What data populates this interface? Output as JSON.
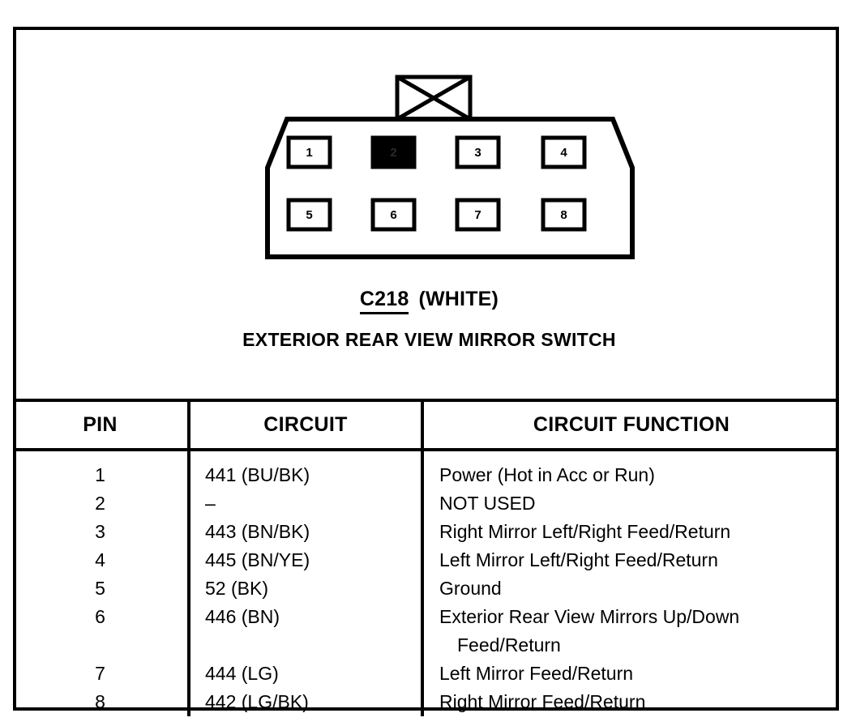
{
  "connector": {
    "id": "C218",
    "color": "(WHITE)",
    "component_name": "EXTERIOR REAR VIEW MIRROR SWITCH",
    "keyway_icon": "crossed-box-keyway",
    "pin_cavities": [
      {
        "number": "1",
        "filled": false
      },
      {
        "number": "2",
        "filled": true
      },
      {
        "number": "3",
        "filled": false
      },
      {
        "number": "4",
        "filled": false
      },
      {
        "number": "5",
        "filled": false
      },
      {
        "number": "6",
        "filled": false
      },
      {
        "number": "7",
        "filled": false
      },
      {
        "number": "8",
        "filled": false
      }
    ]
  },
  "table": {
    "headers": {
      "pin": "PIN",
      "circuit": "CIRCUIT",
      "function": "CIRCUIT FUNCTION"
    },
    "rows": [
      {
        "pin": "1",
        "circuit": "441 (BU/BK)",
        "function": "Power (Hot in Acc or Run)",
        "function_cont": ""
      },
      {
        "pin": "2",
        "circuit": "–",
        "function": "NOT USED",
        "function_cont": ""
      },
      {
        "pin": "3",
        "circuit": "443 (BN/BK)",
        "function": "Right Mirror Left/Right Feed/Return",
        "function_cont": ""
      },
      {
        "pin": "4",
        "circuit": "445 (BN/YE)",
        "function": "Left Mirror Left/Right Feed/Return",
        "function_cont": ""
      },
      {
        "pin": "5",
        "circuit": "52 (BK)",
        "function": "Ground",
        "function_cont": ""
      },
      {
        "pin": "6",
        "circuit": "446 (BN)",
        "function": "Exterior Rear View Mirrors Up/Down",
        "function_cont": "Feed/Return"
      },
      {
        "pin": "7",
        "circuit": "444 (LG)",
        "function": "Left Mirror Feed/Return",
        "function_cont": ""
      },
      {
        "pin": "8",
        "circuit": "442 (LG/BK)",
        "function": "Right Mirror Feed/Return",
        "function_cont": ""
      }
    ]
  },
  "colors": {
    "ink": "#000000",
    "paper": "#ffffff"
  }
}
